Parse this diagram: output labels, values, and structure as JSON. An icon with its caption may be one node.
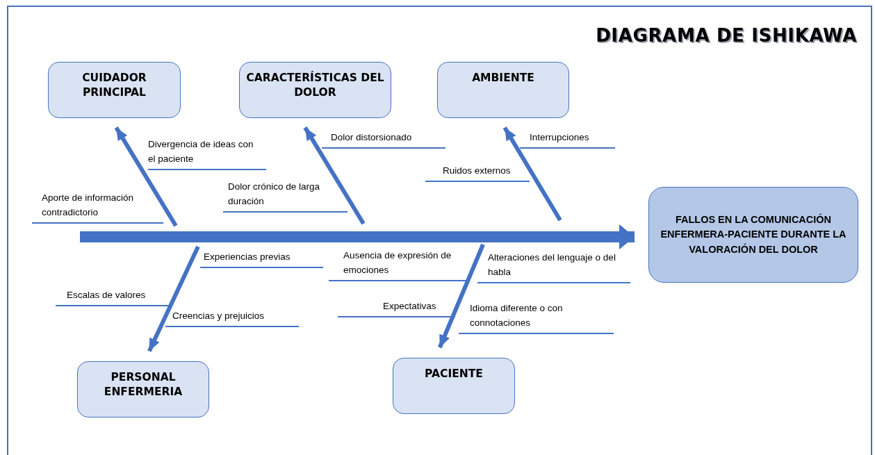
{
  "diagram": {
    "title": "DIAGRAMA DE ISHIKAWA",
    "nodes": [
      {
        "text": [
          "CUIDADOR PRINCIPAL"
        ]
      },
      {
        "text": [
          "CARACTERÍSTICAS DEL DOLOR"
        ]
      },
      {
        "text": [
          "AMBIENTE"
        ]
      },
      {
        "text": [
          "FALLOS EN LA COMUNICACIÓN ENFERMERA-PACIENTE DURANTE LA VALORACIÓN DEL DOLOR"
        ]
      },
      {
        "text": [
          "PERSONAL ENFERMERIA"
        ]
      },
      {
        "text": [
          "PACIENTE"
        ]
      }
    ],
    "edges": [
      {
        "from": null,
        "to": 3,
        "arrow": "to",
        "style": "thick"
      },
      {
        "from": null,
        "to": 0,
        "arrow": "to"
      },
      {
        "from": null,
        "to": 1,
        "arrow": "to"
      },
      {
        "from": null,
        "to": 2,
        "arrow": "to"
      },
      {
        "from": null,
        "to": 4,
        "arrow": "to"
      },
      {
        "from": null,
        "to": 5,
        "arrow": "to"
      }
    ],
    "labels": [
      "Divergencia de ideas con el paciente",
      "Dolor distorsionado",
      "Interrupciones",
      "Ruidos externos",
      "Dolor crónico de larga duración",
      "Aporte de información contradictorio",
      "Experiencias previas",
      "Ausencia de expresión de emociones",
      "Alteraciones del lenguaje o del habla",
      "Escalas de valores",
      "Expectativas",
      "Creencias y prejuicios",
      "Idioma diferente o con connotaciones"
    ]
  }
}
